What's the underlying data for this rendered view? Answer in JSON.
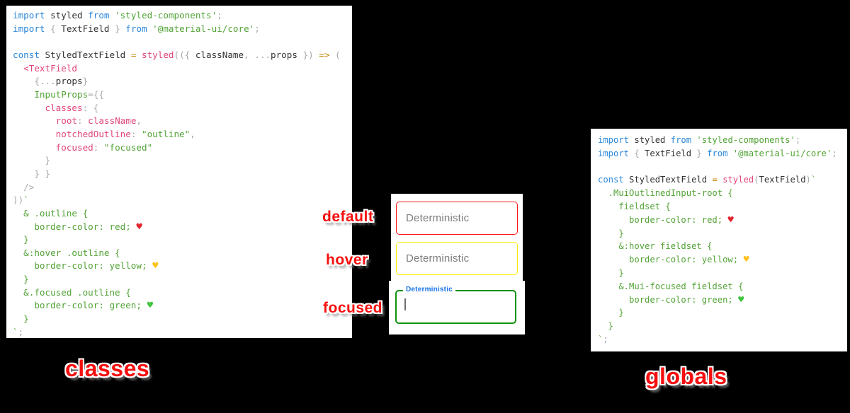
{
  "palette": {
    "background": "#000000",
    "annotation_red": "#f50f0f",
    "keyword_blue": "#2b87d8",
    "string_green": "#52a336",
    "member_pink": "#e0457b",
    "punctuation_gray": "#a8a8a8",
    "operator_orange": "#c18401",
    "focused_label_blue": "#1a73e8"
  },
  "annotations": {
    "default": "default",
    "hover": "hover",
    "focused": "focused",
    "classes": "classes",
    "globals": "globals"
  },
  "textfields": {
    "default": {
      "placeholder": "Deterministic",
      "border_color": "#ff1414"
    },
    "hover": {
      "placeholder": "Deterministic",
      "border_color": "#fced00"
    },
    "focused": {
      "label": "Deterministic",
      "border_color": "#0d940d",
      "label_color": "#1a73e8"
    }
  },
  "left_code": {
    "lines": [
      [
        {
          "c": "kw",
          "t": "import"
        },
        {
          "c": "id",
          "t": " styled "
        },
        {
          "c": "kw",
          "t": "from"
        },
        {
          "c": "str",
          "t": " 'styled-components'"
        },
        {
          "c": "pun",
          "t": ";"
        }
      ],
      [
        {
          "c": "kw",
          "t": "import"
        },
        {
          "c": "pun",
          "t": " { "
        },
        {
          "c": "id",
          "t": "TextField"
        },
        {
          "c": "pun",
          "t": " } "
        },
        {
          "c": "kw",
          "t": "from"
        },
        {
          "c": "str",
          "t": " '@material-ui/core'"
        },
        {
          "c": "pun",
          "t": ";"
        }
      ],
      [],
      [
        {
          "c": "kw",
          "t": "const"
        },
        {
          "c": "id",
          "t": " StyledTextField "
        },
        {
          "c": "op",
          "t": "="
        },
        {
          "c": "pink",
          "t": " styled"
        },
        {
          "c": "pun",
          "t": "(({ "
        },
        {
          "c": "id",
          "t": "className"
        },
        {
          "c": "pun",
          "t": ", ..."
        },
        {
          "c": "id",
          "t": "props"
        },
        {
          "c": "pun",
          "t": " }) "
        },
        {
          "c": "op",
          "t": "=>"
        },
        {
          "c": "pun",
          "t": " ("
        }
      ],
      [
        {
          "c": "pink",
          "t": "  <TextField"
        }
      ],
      [
        {
          "c": "pun",
          "t": "    {..."
        },
        {
          "c": "id",
          "t": "props"
        },
        {
          "c": "pun",
          "t": "}"
        }
      ],
      [
        {
          "c": "str",
          "t": "    InputProps"
        },
        {
          "c": "pun",
          "t": "={{"
        }
      ],
      [
        {
          "c": "pink",
          "t": "      classes"
        },
        {
          "c": "pun",
          "t": ": {"
        }
      ],
      [
        {
          "c": "pink",
          "t": "        root"
        },
        {
          "c": "pun",
          "t": ": "
        },
        {
          "c": "pink",
          "t": "className"
        },
        {
          "c": "pun",
          "t": ","
        }
      ],
      [
        {
          "c": "pink",
          "t": "        notchedOutline"
        },
        {
          "c": "pun",
          "t": ": "
        },
        {
          "c": "str",
          "t": "\"outline\""
        },
        {
          "c": "pun",
          "t": ","
        }
      ],
      [
        {
          "c": "pink",
          "t": "        focused"
        },
        {
          "c": "pun",
          "t": ": "
        },
        {
          "c": "str",
          "t": "\"focused\""
        }
      ],
      [
        {
          "c": "pun",
          "t": "      }"
        }
      ],
      [
        {
          "c": "pun",
          "t": "    } }"
        }
      ],
      [
        {
          "c": "pun",
          "t": "  />"
        }
      ],
      [
        {
          "c": "pun",
          "t": "))"
        },
        {
          "c": "str",
          "t": "`"
        }
      ],
      [
        {
          "c": "str",
          "t": "  & .outline {"
        }
      ],
      [
        {
          "c": "str",
          "t": "    border-color: red; "
        },
        {
          "c": "hr",
          "t": "♥",
          "name": "red-heart-icon"
        }
      ],
      [
        {
          "c": "str",
          "t": "  }"
        }
      ],
      [
        {
          "c": "str",
          "t": "  &:hover .outline {"
        }
      ],
      [
        {
          "c": "str",
          "t": "    border-color: yellow; "
        },
        {
          "c": "hy",
          "t": "♥",
          "name": "yellow-heart-icon"
        }
      ],
      [
        {
          "c": "str",
          "t": "  }"
        }
      ],
      [
        {
          "c": "str",
          "t": "  &.focused .outline {"
        }
      ],
      [
        {
          "c": "str",
          "t": "    border-color: green; "
        },
        {
          "c": "hg",
          "t": "♥",
          "name": "green-heart-icon"
        }
      ],
      [
        {
          "c": "str",
          "t": "  }"
        }
      ],
      [
        {
          "c": "str",
          "t": "`"
        },
        {
          "c": "pun",
          "t": ";"
        }
      ]
    ]
  },
  "right_code": {
    "lines": [
      [
        {
          "c": "kw",
          "t": "import"
        },
        {
          "c": "id",
          "t": " styled "
        },
        {
          "c": "kw",
          "t": "from"
        },
        {
          "c": "str",
          "t": " 'styled-components'"
        },
        {
          "c": "pun",
          "t": ";"
        }
      ],
      [
        {
          "c": "kw",
          "t": "import"
        },
        {
          "c": "pun",
          "t": " { "
        },
        {
          "c": "id",
          "t": "TextField"
        },
        {
          "c": "pun",
          "t": " } "
        },
        {
          "c": "kw",
          "t": "from"
        },
        {
          "c": "str",
          "t": " '@material-ui/core'"
        },
        {
          "c": "pun",
          "t": ";"
        }
      ],
      [],
      [
        {
          "c": "kw",
          "t": "const"
        },
        {
          "c": "id",
          "t": " StyledTextField "
        },
        {
          "c": "op",
          "t": "="
        },
        {
          "c": "pink",
          "t": " styled"
        },
        {
          "c": "pun",
          "t": "("
        },
        {
          "c": "id",
          "t": "TextField"
        },
        {
          "c": "pun",
          "t": ")"
        },
        {
          "c": "str",
          "t": "`"
        }
      ],
      [
        {
          "c": "str",
          "t": "  .MuiOutlinedInput-root {"
        }
      ],
      [
        {
          "c": "str",
          "t": "    fieldset {"
        }
      ],
      [
        {
          "c": "str",
          "t": "      border-color: red; "
        },
        {
          "c": "hr",
          "t": "♥",
          "name": "red-heart-icon"
        }
      ],
      [
        {
          "c": "str",
          "t": "    }"
        }
      ],
      [
        {
          "c": "str",
          "t": "    &:hover fieldset {"
        }
      ],
      [
        {
          "c": "str",
          "t": "      border-color: yellow; "
        },
        {
          "c": "hy",
          "t": "♥",
          "name": "yellow-heart-icon"
        }
      ],
      [
        {
          "c": "str",
          "t": "    }"
        }
      ],
      [
        {
          "c": "str",
          "t": "    &.Mui-focused fieldset {"
        }
      ],
      [
        {
          "c": "str",
          "t": "      border-color: green; "
        },
        {
          "c": "hg",
          "t": "♥",
          "name": "green-heart-icon"
        }
      ],
      [
        {
          "c": "str",
          "t": "    }"
        }
      ],
      [
        {
          "c": "str",
          "t": "  }"
        }
      ],
      [
        {
          "c": "str",
          "t": "`"
        },
        {
          "c": "pun",
          "t": ";"
        }
      ]
    ]
  }
}
